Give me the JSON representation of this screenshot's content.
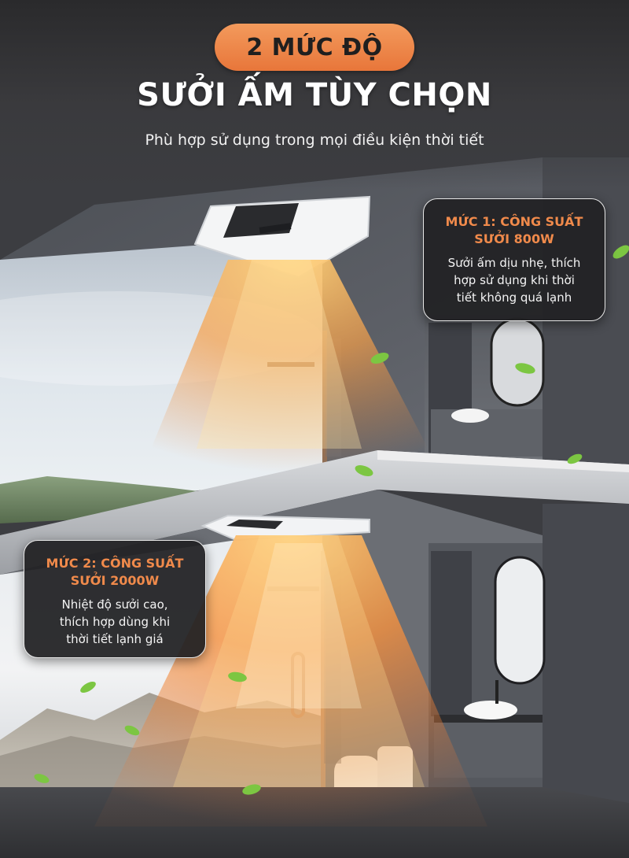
{
  "badge": {
    "label": "2 MỨC ĐỘ"
  },
  "headline": "SƯỞI ẤM TÙY CHỌN",
  "subhead": "Phù hợp sử dụng trong mọi điều kiện thời tiết",
  "mode_1": {
    "title_line_1": "MỨC 1: CÔNG SUẤT",
    "title_line_2": "SƯỞI 800W",
    "desc_line_1": "Sưởi ấm dịu nhẹ, thích",
    "desc_line_2": "hợp sử dụng khi thời",
    "desc_line_3": "tiết không quá lạnh"
  },
  "mode_2": {
    "title_line_1": "MỨC 2: CÔNG SUẤT",
    "title_line_2": "SƯỞI 2000W",
    "desc_line_1": "Nhiệt độ sưởi cao,",
    "desc_line_2": "thích hợp dùng khi",
    "desc_line_3": "thời tiết lạnh giá"
  },
  "colors": {
    "accent": "#f08a4b",
    "badge_bg": "#ec8446",
    "card_bg": "#232325"
  }
}
